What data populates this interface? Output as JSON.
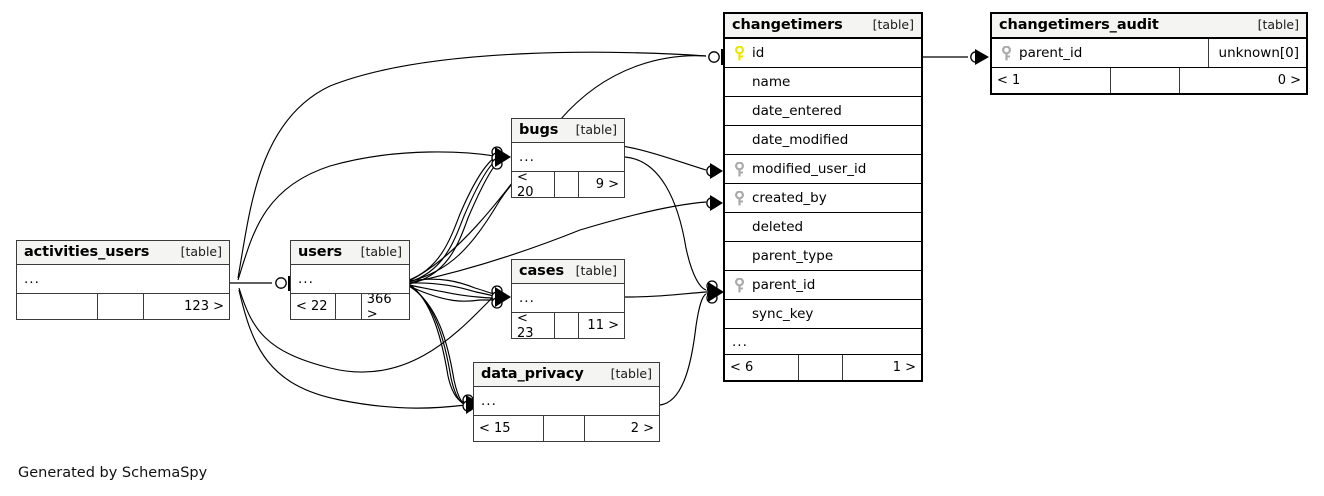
{
  "diagram": {
    "type": "entity-relationship-diagram",
    "generator_credit": "Generated by SchemaSpy",
    "kind_label": "[table]",
    "ellipsis": "...",
    "colors": {
      "primary_key_icon": "#e8e800",
      "foreign_key_icon": "#aaaaaa",
      "header_background": "#f4f4f2",
      "border": "#3a3a3a",
      "focus_border": "#000000",
      "edge": "#000000",
      "page_background": "#ffffff"
    }
  },
  "tables": {
    "activities_users": {
      "name": "activities_users",
      "kind": "[table]",
      "rows": [
        {
          "label": "...",
          "key": "none",
          "type": ""
        }
      ],
      "footer": {
        "left": "",
        "mid": "",
        "right": "123 >"
      }
    },
    "users": {
      "name": "users",
      "kind": "[table]",
      "rows": [
        {
          "label": "...",
          "key": "none",
          "type": ""
        }
      ],
      "footer": {
        "left": "< 22",
        "mid": "",
        "right": "366 >"
      }
    },
    "bugs": {
      "name": "bugs",
      "kind": "[table]",
      "rows": [
        {
          "label": "...",
          "key": "none",
          "type": ""
        }
      ],
      "footer": {
        "left": "< 20",
        "mid": "",
        "right": "9 >"
      }
    },
    "cases": {
      "name": "cases",
      "kind": "[table]",
      "rows": [
        {
          "label": "...",
          "key": "none",
          "type": ""
        }
      ],
      "footer": {
        "left": "< 23",
        "mid": "",
        "right": "11 >"
      }
    },
    "data_privacy": {
      "name": "data_privacy",
      "kind": "[table]",
      "rows": [
        {
          "label": "...",
          "key": "none",
          "type": ""
        }
      ],
      "footer": {
        "left": "< 15",
        "mid": "",
        "right": "2 >"
      }
    },
    "changetimers": {
      "name": "changetimers",
      "kind": "[table]",
      "focus": true,
      "rows": [
        {
          "label": "id",
          "key": "primary",
          "type": ""
        },
        {
          "label": "name",
          "key": "none",
          "type": ""
        },
        {
          "label": "date_entered",
          "key": "none",
          "type": ""
        },
        {
          "label": "date_modified",
          "key": "none",
          "type": ""
        },
        {
          "label": "modified_user_id",
          "key": "foreign",
          "type": ""
        },
        {
          "label": "created_by",
          "key": "foreign",
          "type": ""
        },
        {
          "label": "deleted",
          "key": "none",
          "type": ""
        },
        {
          "label": "parent_type",
          "key": "none",
          "type": ""
        },
        {
          "label": "parent_id",
          "key": "foreign",
          "type": ""
        },
        {
          "label": "sync_key",
          "key": "none",
          "type": ""
        },
        {
          "label": "...",
          "key": "none",
          "type": ""
        }
      ],
      "footer": {
        "left": "< 6",
        "mid": "",
        "right": "1 >"
      }
    },
    "changetimers_audit": {
      "name": "changetimers_audit",
      "kind": "[table]",
      "focus": true,
      "rows": [
        {
          "label": "parent_id",
          "key": "foreign",
          "type": "unknown[0]"
        }
      ],
      "footer": {
        "left": "< 1",
        "mid": "",
        "right": "0 >"
      }
    }
  }
}
